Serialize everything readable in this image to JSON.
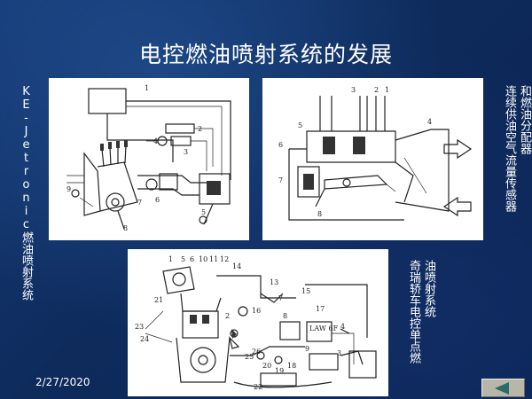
{
  "slide": {
    "title": "电控燃油喷射系统的发展",
    "date": "2/27/2020"
  },
  "captions": {
    "left": "KE-Jetronic燃油喷射系统",
    "right_col1": "和燃油分配器",
    "right_col2": "连续供油空气流量传感器",
    "bottom_col1": "油喷射系统",
    "bottom_col2": "奇瑞轿车电控单点燃"
  },
  "diagrams": {
    "top_left_labels": [
      "1",
      "2",
      "3",
      "4",
      "5",
      "6",
      "7",
      "8",
      "9"
    ],
    "top_right_labels": [
      "3",
      "2",
      "1",
      "4",
      "5",
      "6",
      "7",
      "8"
    ],
    "bottom_labels": [
      "1",
      "2",
      "3",
      "4",
      "5",
      "6",
      "7",
      "8",
      "9",
      "10",
      "11",
      "12",
      "13",
      "14",
      "15",
      "16",
      "17",
      "18",
      "19",
      "20",
      "21",
      "22",
      "23",
      "24",
      "25",
      "26"
    ],
    "ecu_label": "LAW 6F"
  },
  "nav": {
    "back_icon": "left-triangle-icon"
  }
}
